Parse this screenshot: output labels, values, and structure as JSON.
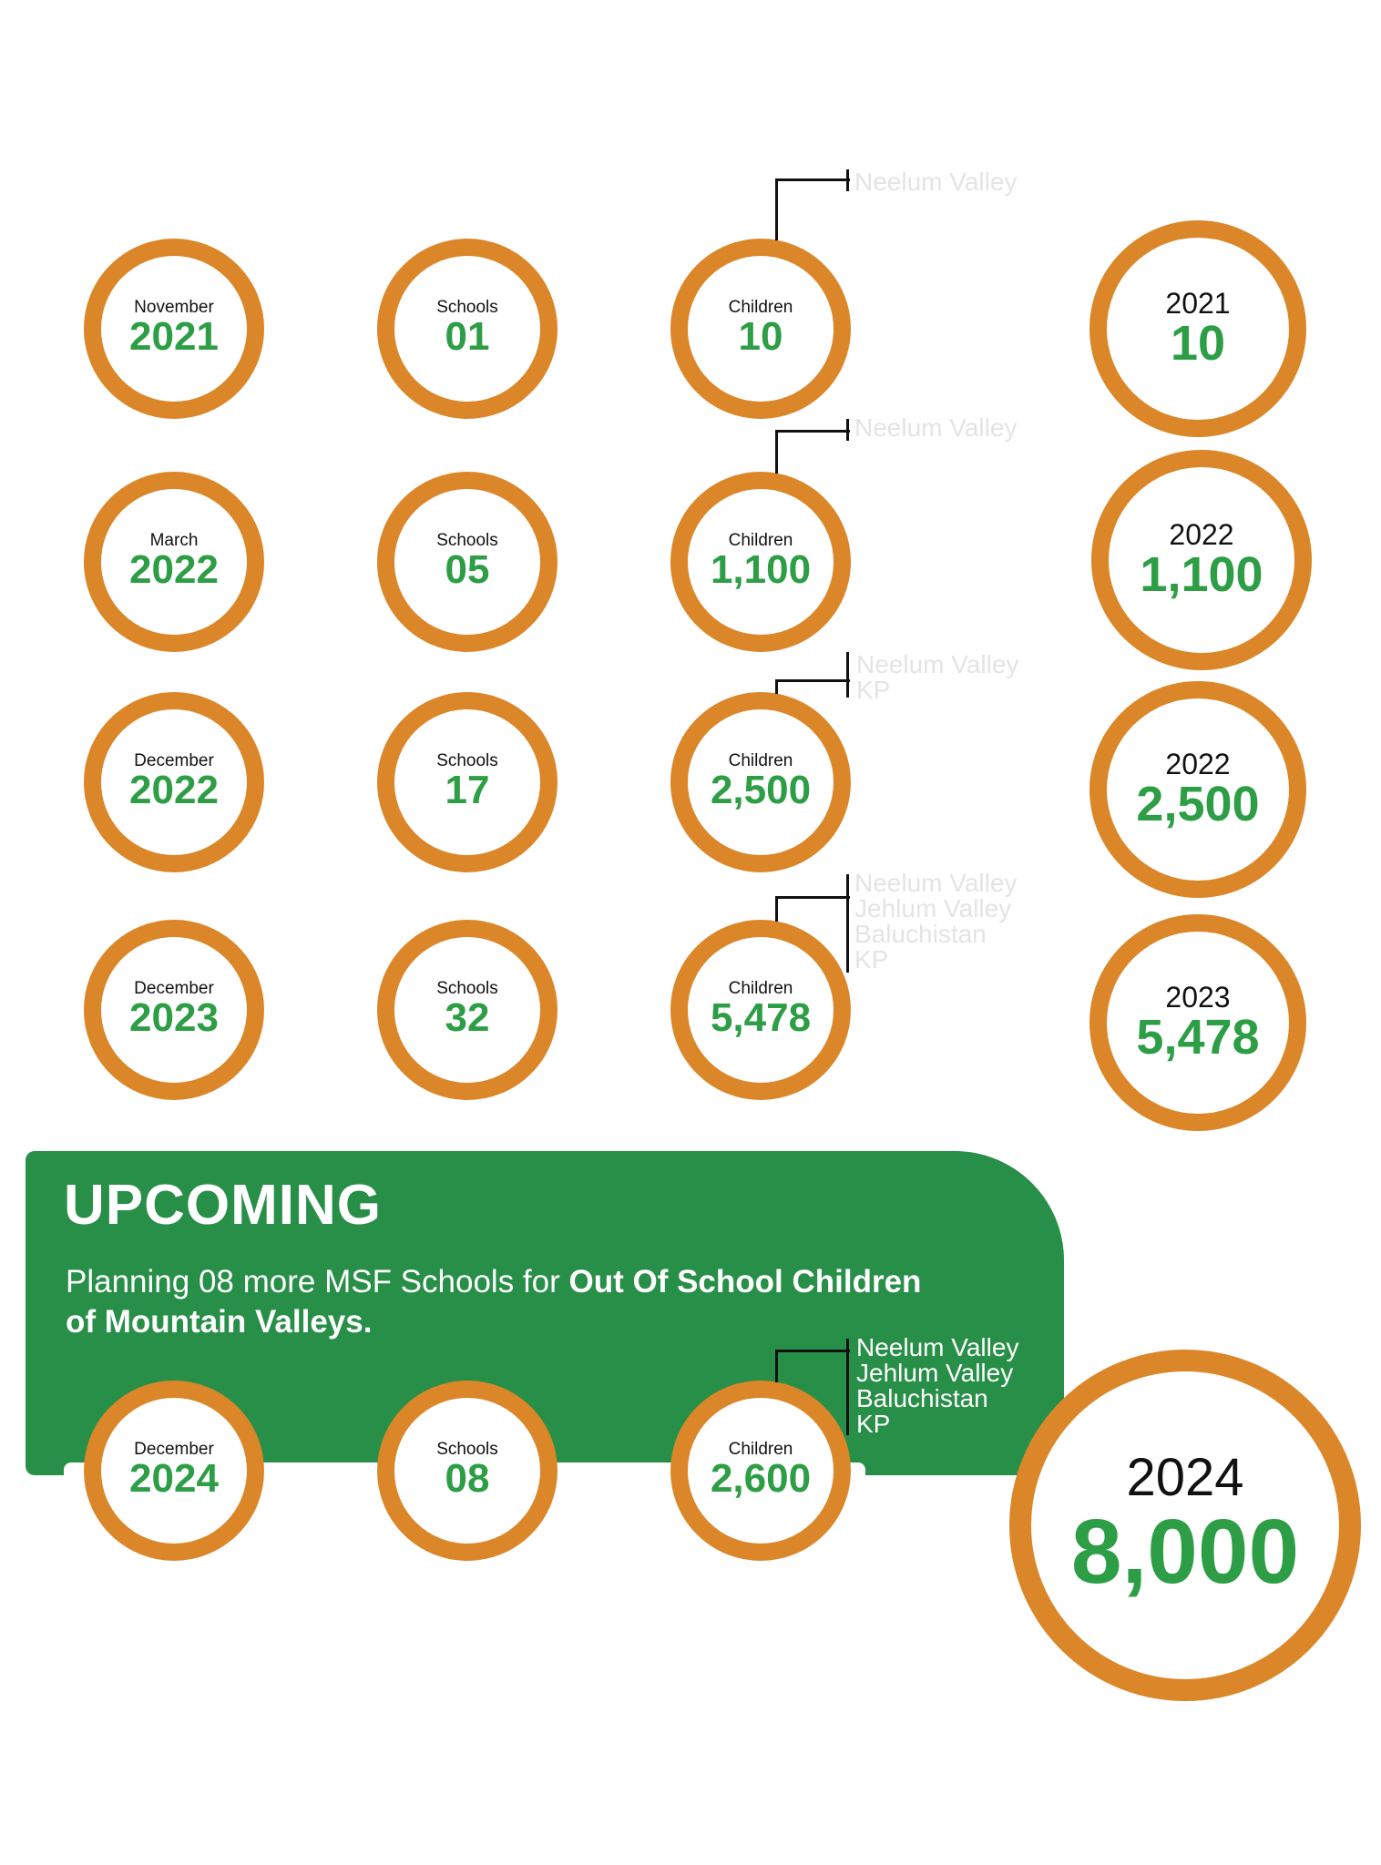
{
  "colors": {
    "ring": "#db8629",
    "value_green": "#2d9e45",
    "panel_green": "#288f48"
  },
  "rows": [
    {
      "date_label": "November",
      "date_value": "2021",
      "schools_label": "Schools",
      "schools_value": "01",
      "children_label": "Children",
      "children_value": "10",
      "places": [
        "Neelum Valley"
      ],
      "summary_year": "2021",
      "summary_value": "10"
    },
    {
      "date_label": "March",
      "date_value": "2022",
      "schools_label": "Schools",
      "schools_value": "05",
      "children_label": "Children",
      "children_value": "1,100",
      "places": [
        "Neelum Valley"
      ],
      "summary_year": "2022",
      "summary_value": "1,100"
    },
    {
      "date_label": "December",
      "date_value": "2022",
      "schools_label": "Schools",
      "schools_value": "17",
      "children_label": "Children",
      "children_value": "2,500",
      "places": [
        "Neelum Valley",
        "KP"
      ],
      "summary_year": "2022",
      "summary_value": "2,500"
    },
    {
      "date_label": "December",
      "date_value": "2023",
      "schools_label": "Schools",
      "schools_value": "32",
      "children_label": "Children",
      "children_value": "5,478",
      "places": [
        "Neelum Valley",
        "Jehlum Valley",
        "Baluchistan",
        "KP"
      ],
      "summary_year": "2023",
      "summary_value": "5,478"
    }
  ],
  "upcoming": {
    "title": "UPCOMING",
    "desc_plain": "Planning 08 more MSF Schools for ",
    "desc_bold": "Out Of School Children of Mountain Valleys.",
    "date_label": "December",
    "date_value": "2024",
    "schools_label": "Schools",
    "schools_value": "08",
    "children_label": "Children",
    "children_value": "2,600",
    "places": [
      "Neelum Valley",
      "Jehlum Valley",
      "Baluchistan",
      "KP"
    ],
    "summary_year": "2024",
    "summary_value": "8,000"
  }
}
